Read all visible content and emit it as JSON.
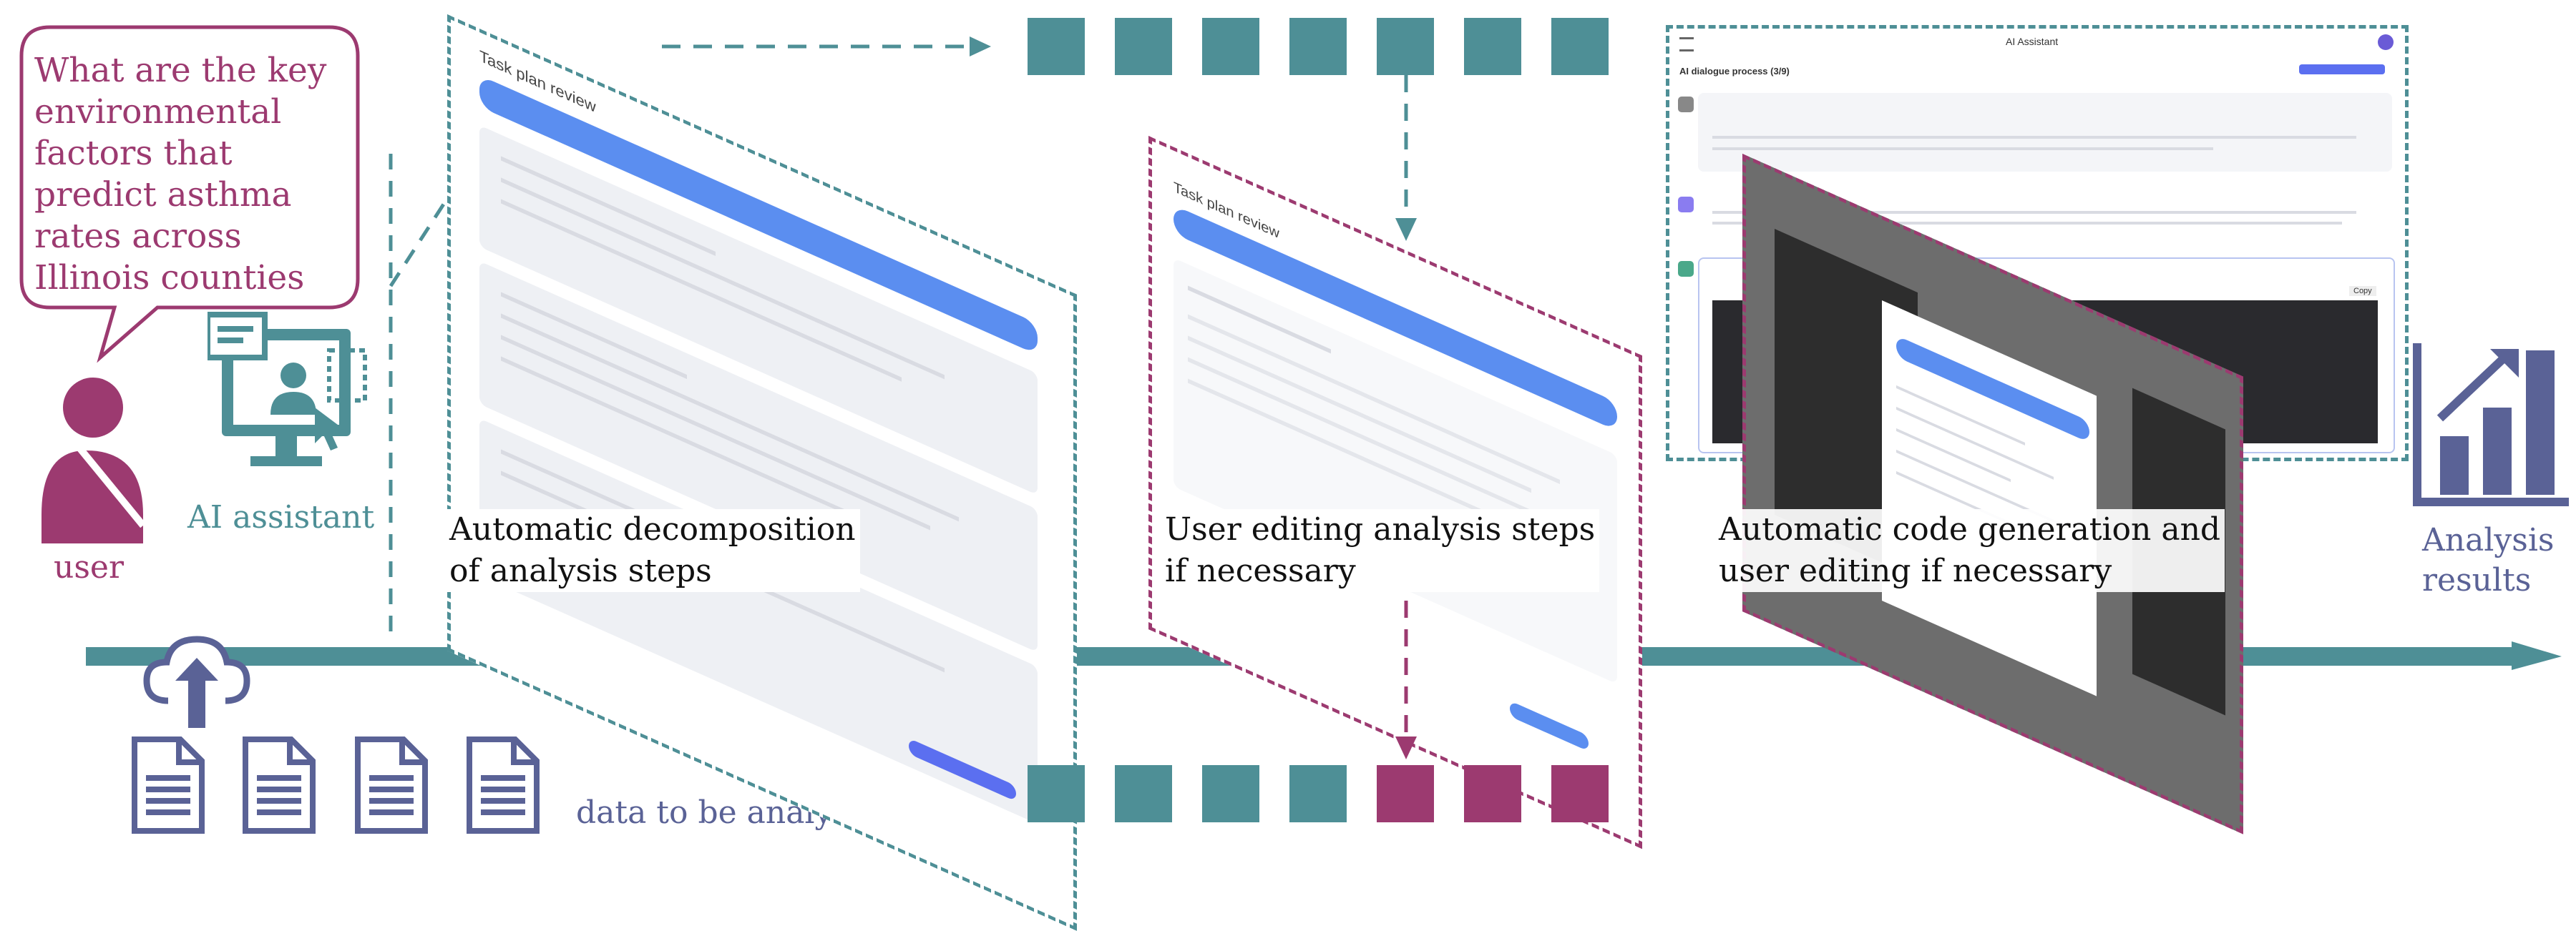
{
  "user_query": "What are the key environmental factors that predict asthma rates across Illinois counties",
  "labels": {
    "user": "user",
    "ai_assistant": "AI assistant",
    "data": "data to be analyzed",
    "step1_line1": "Automatic decomposition",
    "step1_line2": "of analysis steps",
    "step2_line1": "User editing analysis steps",
    "step2_line2": "if necessary",
    "step3_line1": "Automatic code generation and",
    "step3_line2": "user editing if necessary",
    "results_line1": "Analysis",
    "results_line2": "results"
  },
  "screens": {
    "plan_title": "Task plan review",
    "app_title": "AI Assistant",
    "dialogue_title": "AI dialogue process (3/9)",
    "copy_label": "Copy"
  },
  "colors": {
    "teal": "#4e8f96",
    "magenta": "#9c3a70",
    "indigo": "#5a6296",
    "blue": "#5b8ef0"
  },
  "icons": [
    "user-icon",
    "ai-assistant-icon",
    "cloud-upload-icon",
    "document-icon",
    "bar-chart-up-icon"
  ]
}
